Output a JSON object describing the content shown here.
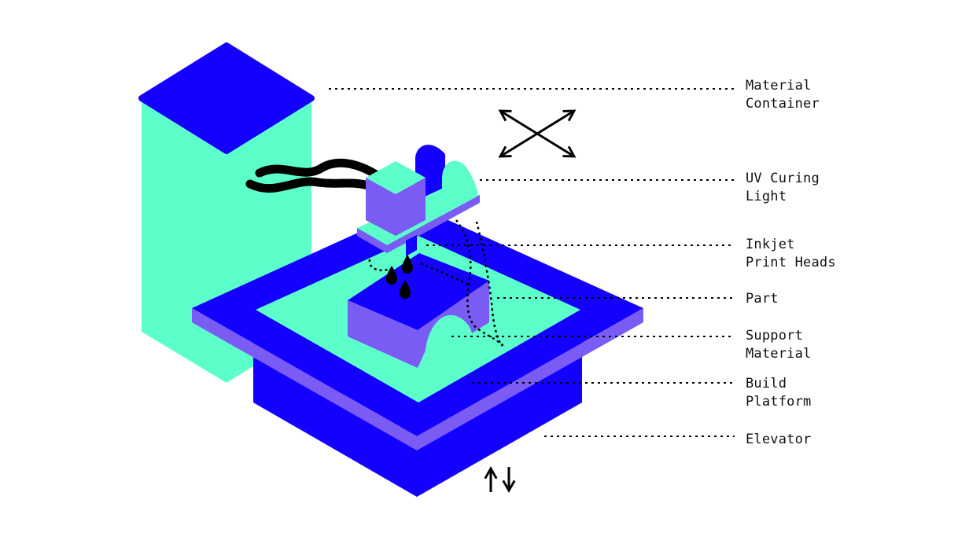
{
  "colors": {
    "blue": "#1400ff",
    "mint": "#5cffc9",
    "violet": "#7a5cf5",
    "ink": "#000000",
    "background": "#ffffff"
  },
  "icons": {
    "xy_motion": "diagonal-double-arrows-icon",
    "z_motion": "up-down-arrows-icon"
  },
  "labels": {
    "material_container": {
      "line1": "Material",
      "line2": "Container"
    },
    "uv_curing_light": {
      "line1": "UV Curing",
      "line2": "Light"
    },
    "inkjet_print_heads": {
      "line1": "Inkjet",
      "line2": "Print Heads"
    },
    "part": {
      "line1": "Part"
    },
    "support_material": {
      "line1": "Support",
      "line2": "Material"
    },
    "build_platform": {
      "line1": "Build",
      "line2": "Platform"
    },
    "elevator": {
      "line1": "Elevator"
    }
  }
}
